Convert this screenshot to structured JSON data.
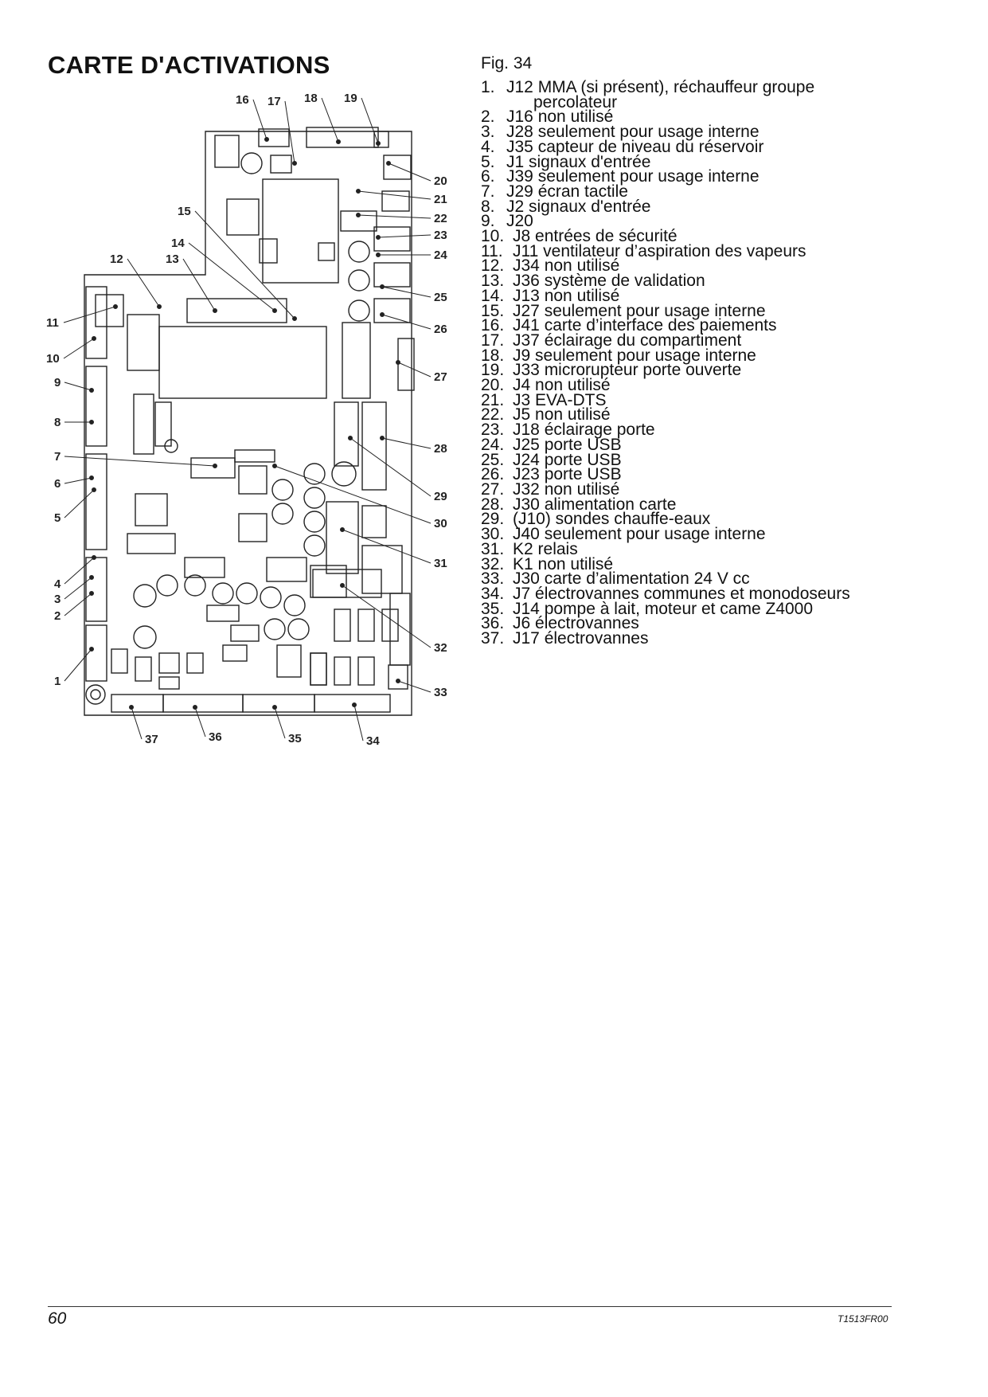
{
  "page": {
    "title": "CARTE D'ACTIVATIONS",
    "figure_label": "Fig. 34",
    "page_number": "60",
    "doc_code": "T1513FR00"
  },
  "legend": [
    {
      "n": "1.",
      "text": "J12 MMA (si présent), réchauffeur groupe",
      "cont": "percolateur"
    },
    {
      "n": "2.",
      "text": "J16 non utilisé"
    },
    {
      "n": "3.",
      "text": "J28 seulement pour usage interne"
    },
    {
      "n": "4.",
      "text": "J35 capteur de niveau du réservoir"
    },
    {
      "n": "5.",
      "text": "J1 signaux d'entrée"
    },
    {
      "n": "6.",
      "text": "J39 seulement pour usage interne"
    },
    {
      "n": "7.",
      "text": "J29 écran tactile"
    },
    {
      "n": "8.",
      "text": "J2 signaux d'entrée"
    },
    {
      "n": "9.",
      "text": "J20"
    },
    {
      "n": "10.",
      "text": "J8 entrées de sécurité"
    },
    {
      "n": "11.",
      "text": "J11 ventilateur d’aspiration des vapeurs"
    },
    {
      "n": "12.",
      "text": "J34 non utilisé"
    },
    {
      "n": "13.",
      "text": "J36 système de validation"
    },
    {
      "n": "14.",
      "text": "J13 non utilisé"
    },
    {
      "n": "15.",
      "text": "J27 seulement pour usage interne"
    },
    {
      "n": "16.",
      "text": "J41 carte d’interface des paiements"
    },
    {
      "n": "17.",
      "text": "J37 éclairage du compartiment"
    },
    {
      "n": "18.",
      "text": "J9 seulement pour usage interne"
    },
    {
      "n": "19.",
      "text": "J33 microrupteur porte ouverte"
    },
    {
      "n": "20.",
      "text": "J4 non utilisé"
    },
    {
      "n": "21.",
      "text": "J3 EVA-DTS"
    },
    {
      "n": "22.",
      "text": "J5 non utilisé"
    },
    {
      "n": "23.",
      "text": "J18 éclairage porte"
    },
    {
      "n": "24.",
      "text": "J25 porte USB"
    },
    {
      "n": "25.",
      "text": "J24 porte USB"
    },
    {
      "n": "26.",
      "text": "J23 porte USB"
    },
    {
      "n": "27.",
      "text": "J32 non utilisé"
    },
    {
      "n": "28.",
      "text": "J30 alimentation carte"
    },
    {
      "n": "29.",
      "text": "(J10) sondes chauffe-eaux"
    },
    {
      "n": "30.",
      "text": "J40 seulement pour usage interne"
    },
    {
      "n": "31.",
      "text": "K2 relais"
    },
    {
      "n": "32.",
      "text": "K1 non utilisé"
    },
    {
      "n": "33.",
      "text": "J30 carte d’alimentation 24 V cc"
    },
    {
      "n": "34.",
      "text": "J7 électrovannes communes et monodoseurs"
    },
    {
      "n": "35.",
      "text": "J14 pompe à lait, moteur et came Z4000"
    },
    {
      "n": "36.",
      "text": "J6 électrovannes"
    },
    {
      "n": "37.",
      "text": "J17 électrovannes"
    }
  ],
  "callouts": [
    "1",
    "2",
    "3",
    "4",
    "5",
    "6",
    "7",
    "8",
    "9",
    "10",
    "11",
    "12",
    "13",
    "14",
    "15",
    "16",
    "17",
    "18",
    "19",
    "20",
    "21",
    "22",
    "23",
    "24",
    "25",
    "26",
    "27",
    "28",
    "29",
    "30",
    "31",
    "32",
    "33",
    "34",
    "35",
    "36",
    "37"
  ]
}
